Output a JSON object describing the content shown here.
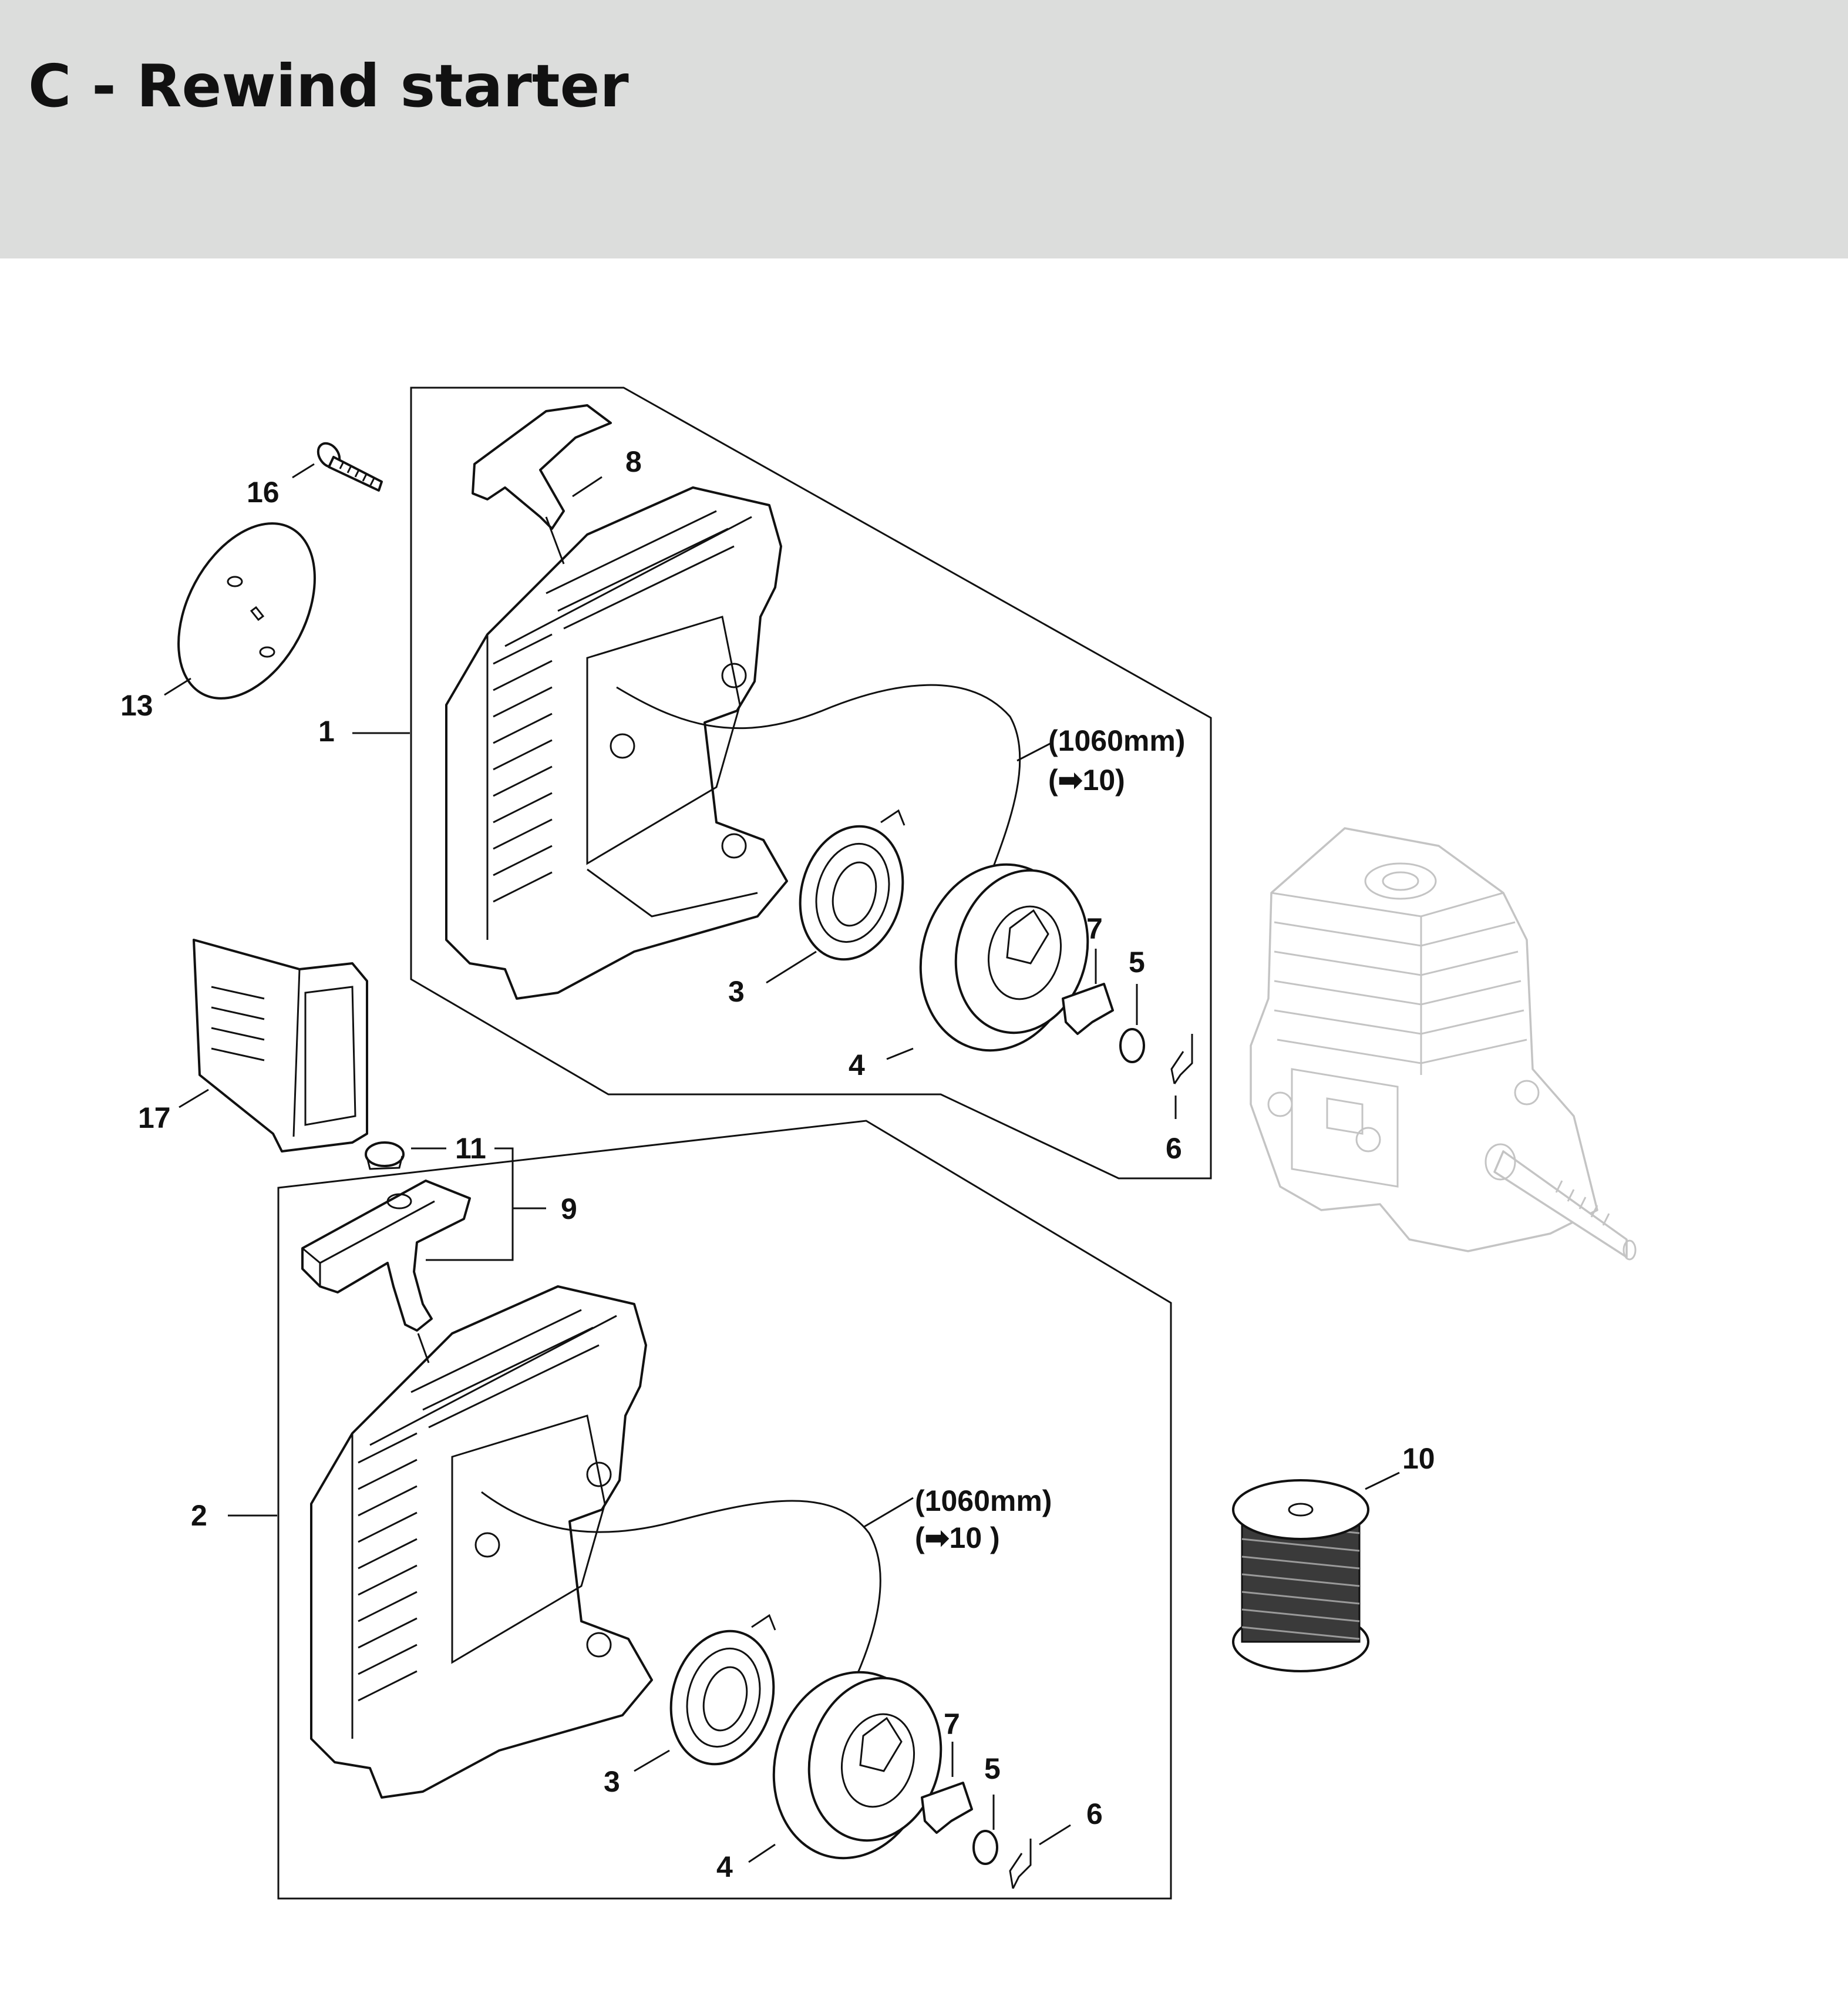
{
  "header": {
    "title": "C - Rewind starter"
  },
  "callouts": {
    "c1": "1",
    "c2": "2",
    "c3a": "3",
    "c3b": "3",
    "c4a": "4",
    "c4b": "4",
    "c5a": "5",
    "c5b": "5",
    "c6a": "6",
    "c6b": "6",
    "c7a": "7",
    "c7b": "7",
    "c8": "8",
    "c9": "9",
    "c10": "10",
    "c11": "11",
    "c13": "13",
    "c16": "16",
    "c17": "17"
  },
  "rope_notes": {
    "a_length": "(1060mm)",
    "a_ref": "(➡10)",
    "b_length": "(1060mm)",
    "b_ref": "(➡10 )"
  }
}
